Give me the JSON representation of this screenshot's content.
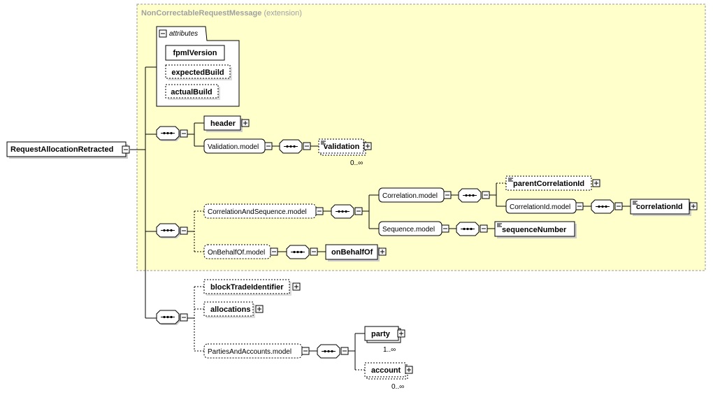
{
  "extension": {
    "name": "NonCorrectableRequestMessage",
    "note": "(extension)"
  },
  "attributes": {
    "title": "attributes",
    "items": [
      "fpmlVersion",
      "expectedBuild",
      "actualBuild"
    ]
  },
  "root": "RequestAllocationRetracted",
  "elements": {
    "header": "header",
    "validation_model": "Validation.model",
    "validation": "validation",
    "validation_card": "0..∞",
    "corr_seq_model": "CorrelationAndSequence.model",
    "correlation_model": "Correlation.model",
    "parent_correlation_id": "parentCorrelationId",
    "correlation_id_model": "CorrelationId.model",
    "correlation_id": "correlationId",
    "sequence_model": "Sequence.model",
    "sequence_number": "sequenceNumber",
    "on_behalf_of_model": "OnBehalfOf.model",
    "on_behalf_of": "onBehalfOf",
    "block_trade_identifier": "blockTradeIdentifier",
    "allocations": "allocations",
    "parties_accounts_model": "PartiesAndAccounts.model",
    "party": "party",
    "party_card": "1..∞",
    "account": "account",
    "account_card": "0..∞"
  },
  "colors": {
    "extension_bg": "#ffffcc",
    "extension_border": "#999999",
    "line": "#000000"
  }
}
